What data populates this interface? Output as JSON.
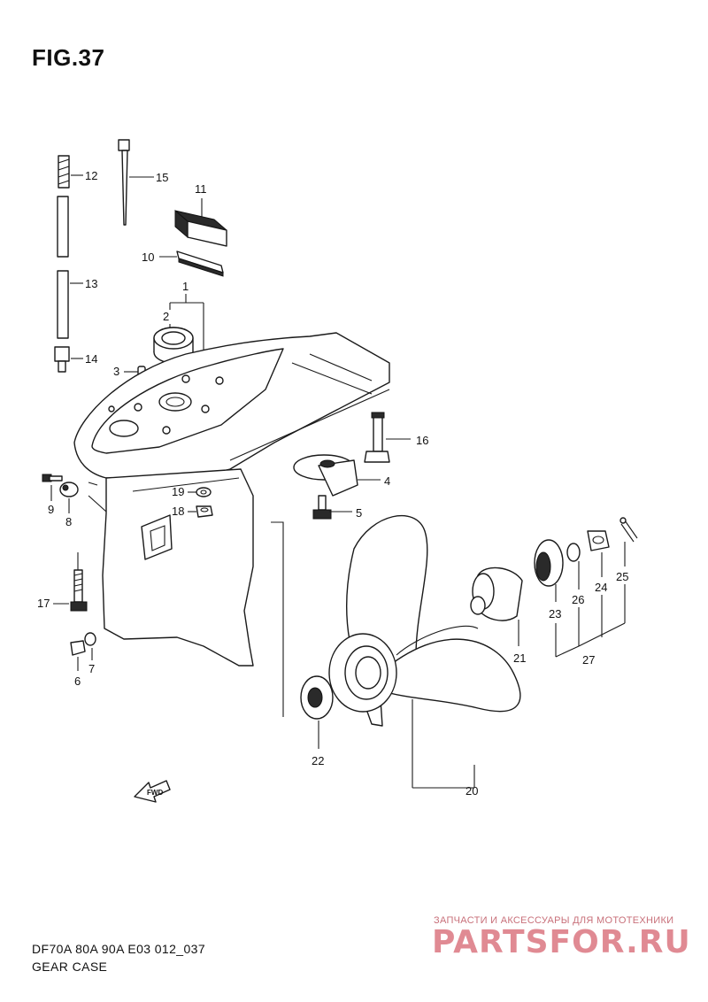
{
  "title": "FIG.37",
  "footer": {
    "model": "DF70A 80A 90A E03 012_037",
    "name": "GEAR CASE"
  },
  "watermark": {
    "tagline": "ЗАПЧАСТИ И АКСЕССУАРЫ ДЛЯ МОТОТЕХНИКИ",
    "brand": "PARTSFOR.RU"
  },
  "direction_label": "FWD",
  "callouts": {
    "c1": "1",
    "c2": "2",
    "c3": "3",
    "c4": "4",
    "c5": "5",
    "c6": "6",
    "c7": "7",
    "c8": "8",
    "c9": "9",
    "c10": "10",
    "c11": "11",
    "c12": "12",
    "c13": "13",
    "c14": "14",
    "c15": "15",
    "c16": "16",
    "c17": "17",
    "c18": "18",
    "c19": "19",
    "c20": "20",
    "c21": "21",
    "c22": "22",
    "c23": "23",
    "c24": "24",
    "c25": "25",
    "c26": "26",
    "c27": "27"
  },
  "colors": {
    "ink": "#1a1a1a",
    "watermark": "#e08a93"
  }
}
